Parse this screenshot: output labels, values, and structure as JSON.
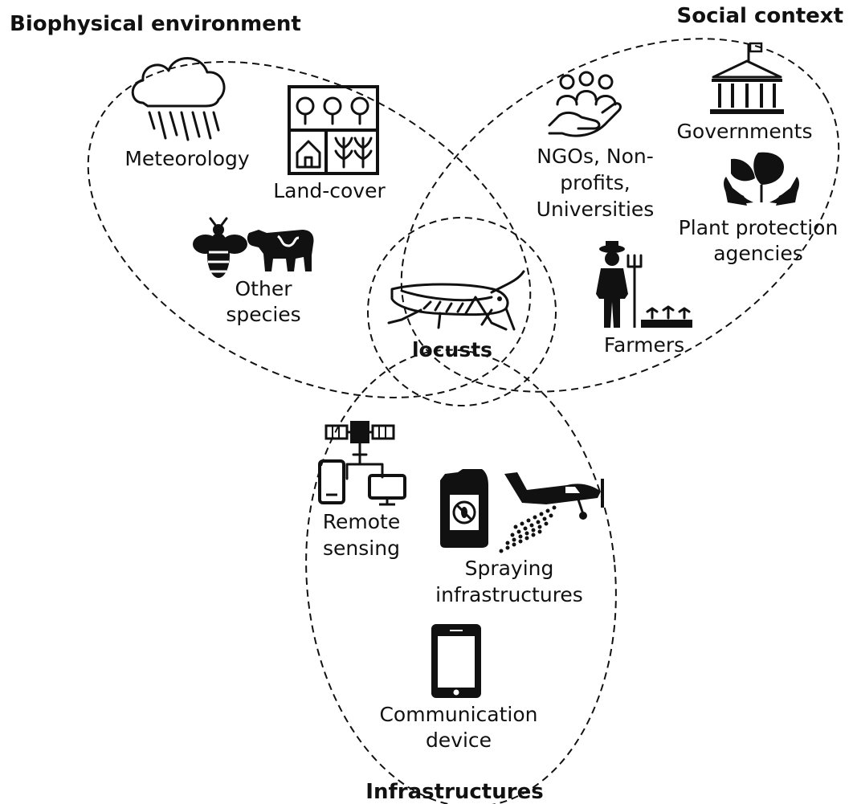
{
  "titles": {
    "biophysical": "Biophysical environment",
    "social": "Social context",
    "infrastructures": "Infrastructures"
  },
  "center": {
    "label": "locusts"
  },
  "biophysical_items": {
    "meteorology": "Meteorology",
    "land_cover": "Land-cover",
    "other_species": [
      "Other",
      "species"
    ]
  },
  "social_items": {
    "ngos": [
      "NGOs, Non-",
      "profits,",
      "Universities"
    ],
    "governments": "Governments",
    "plant_protection": [
      "Plant protection",
      "agencies"
    ],
    "farmers": "Farmers"
  },
  "infrastructure_items": {
    "remote_sensing": [
      "Remote",
      "sensing"
    ],
    "spraying": [
      "Spraying",
      "infrastructures"
    ],
    "communication": [
      "Communication",
      "device"
    ]
  },
  "icons": [
    "rain-cloud-icon",
    "land-cover-grid-icon",
    "bee-icon",
    "cow-icon",
    "locust-icon",
    "people-hand-icon",
    "government-building-icon",
    "hands-plant-icon",
    "farmer-icon",
    "satellite-devices-icon",
    "pesticide-can-icon",
    "crop-duster-plane-icon",
    "smartphone-icon"
  ]
}
